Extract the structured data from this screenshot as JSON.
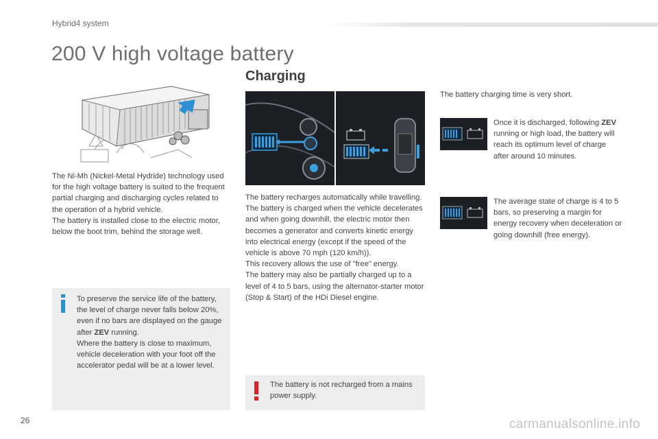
{
  "header": {
    "section": "Hybrid4 system",
    "title": "200 V high voltage battery"
  },
  "left": {
    "paragraph": "The Ni-Mh (Nickel-Metal Hydride) technology used for the high voltage battery is suited to the frequent partial charging and discharging cycles related to the operation of a hybrid vehicle.\nThe battery is installed close to the electric motor, below the boot trim, behind the storage well.",
    "info_note_before": "To preserve the service life of the battery, the level of charge never falls below 20%, even if no bars are displayed on the gauge after ",
    "info_note_bold": "ZEV",
    "info_note_after": " running.\nWhere the battery is close to maximum, vehicle deceleration with your foot off the accelerator pedal will be at a lower level."
  },
  "middle": {
    "heading": "Charging",
    "paragraph": "The battery recharges automatically while travelling.\nThe battery is charged when the vehicle decelerates and when going downhill, the electric motor then becomes a generator and converts kinetic energy into electrical energy (except if the speed of the vehicle is above 70 mph (120 km/h)).\nThis recovery allows the use of \"free\" energy.\nThe battery may also be partially charged up to a level of 4 to 5 bars, using the alternator-starter motor (Stop & Start) of the HDi Diesel engine.",
    "warning_note": "The battery is not recharged from a mains power supply."
  },
  "right": {
    "intro": "The battery charging time is very short.",
    "item1_before": "Once it is discharged, following ",
    "item1_bold": "ZEV",
    "item1_after": " running or high load, the battery will reach its optimum level of charge after around 10 minutes.",
    "item2": "The average state of charge is 4 to 5 bars, so preserving a margin for energy recovery when deceleration or going downhill (free energy)."
  },
  "footer": {
    "page_number": "26",
    "watermark": "carmanualsonline.info"
  },
  "colors": {
    "info_icon": "#2f8fd3",
    "warning_icon": "#d8232a",
    "note_background": "#ededed",
    "gauge_blue": "#3aa0e0"
  }
}
